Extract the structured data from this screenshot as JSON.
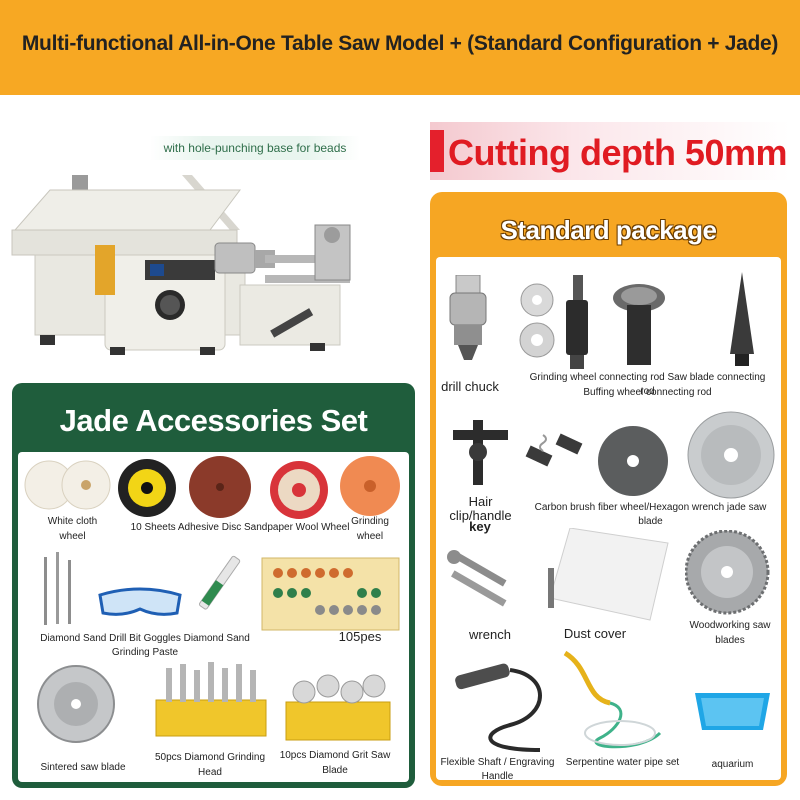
{
  "header": {
    "title": "Multi-functional All-in-One Table Saw Model + (Standard Configuration + Jade)"
  },
  "machine": {
    "note": "with hole-punching base for beads"
  },
  "banner": {
    "cutting_depth": "Cutting depth 50mm"
  },
  "standard_package": {
    "title": "Standard package",
    "labels": {
      "drill_chuck": "drill chuck",
      "connecting_rods_line1": "Grinding wheel connecting rod Saw blade connecting rod",
      "connecting_rods_line2": "Buffing wheel connecting rod",
      "hair_clip": "Hair clip/handle",
      "key": "key",
      "brush_row": "Carbon brush fiber wheel/Hexagon wrench jade saw blade",
      "wrench": "wrench",
      "dust_cover": "Dust cover",
      "woodworking_line1": "Woodworking saw",
      "woodworking_line2": "blades",
      "flexible_shaft": "Flexible Shaft / Engraving Handle",
      "water_pipe": "Serpentine water pipe set",
      "aquarium": "aquarium"
    }
  },
  "jade_set": {
    "title": "Jade Accessories Set",
    "labels": {
      "white_cloth_line1": "White cloth",
      "white_cloth_line2": "wheel",
      "sandpaper_row": "10 Sheets Adhesive Disc Sandpaper Wool Wheel",
      "grinding_line1": "Grinding",
      "grinding_line2": "wheel",
      "diamond_row": "Diamond Sand Drill Bit Goggles Diamond Sand Grinding Paste",
      "count_105": "105pes",
      "sintered": "Sintered saw blade",
      "grinding_head_line1": "50pcs Diamond Grinding",
      "grinding_head_line2": "Head",
      "grit_blade_line1": "10pcs Diamond Grit Saw",
      "grit_blade_line2": "Blade"
    }
  },
  "colors": {
    "header_orange": "#f7a823",
    "jade_green": "#1f5d3c",
    "accent_red": "#e01b22"
  }
}
